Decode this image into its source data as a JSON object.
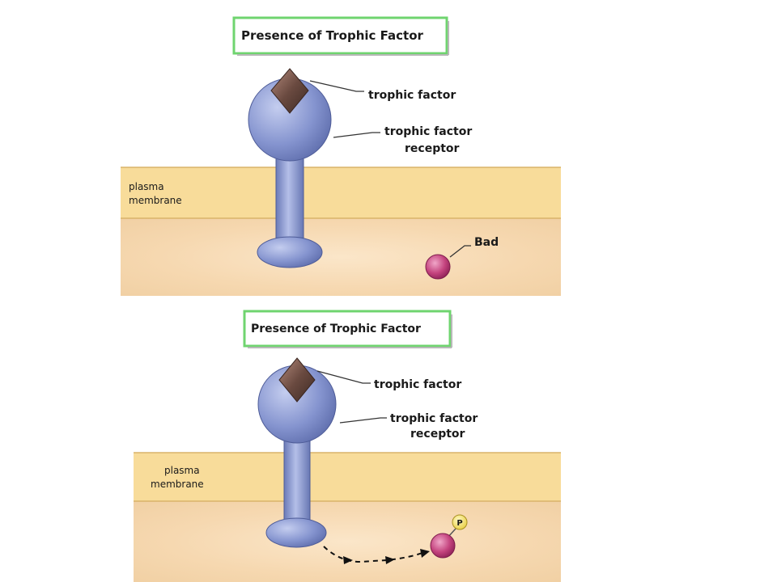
{
  "panels": [
    {
      "title": "Presence of Trophic Factor",
      "label_factor": "trophic factor",
      "label_receptor_line1": "trophic factor",
      "label_receptor_line2": "receptor",
      "label_membrane_line1": "plasma",
      "label_membrane_line2": "membrane",
      "label_bad": "Bad"
    },
    {
      "title": "Presence of Trophic Factor",
      "label_factor": "trophic factor",
      "label_receptor_line1": "trophic factor",
      "label_receptor_line2": "receptor",
      "label_membrane_line1": "plasma",
      "label_membrane_line2": "membrane",
      "label_phosphate": "P"
    }
  ],
  "colors": {
    "title_border": "#6fd46f",
    "membrane": "#f8dc9a",
    "cytoplasm": "#f6dcb4",
    "receptor": "#7f8fc8",
    "factor": "#6a4a40",
    "bad": "#c0407c",
    "phosphate": "#f2e06a"
  }
}
